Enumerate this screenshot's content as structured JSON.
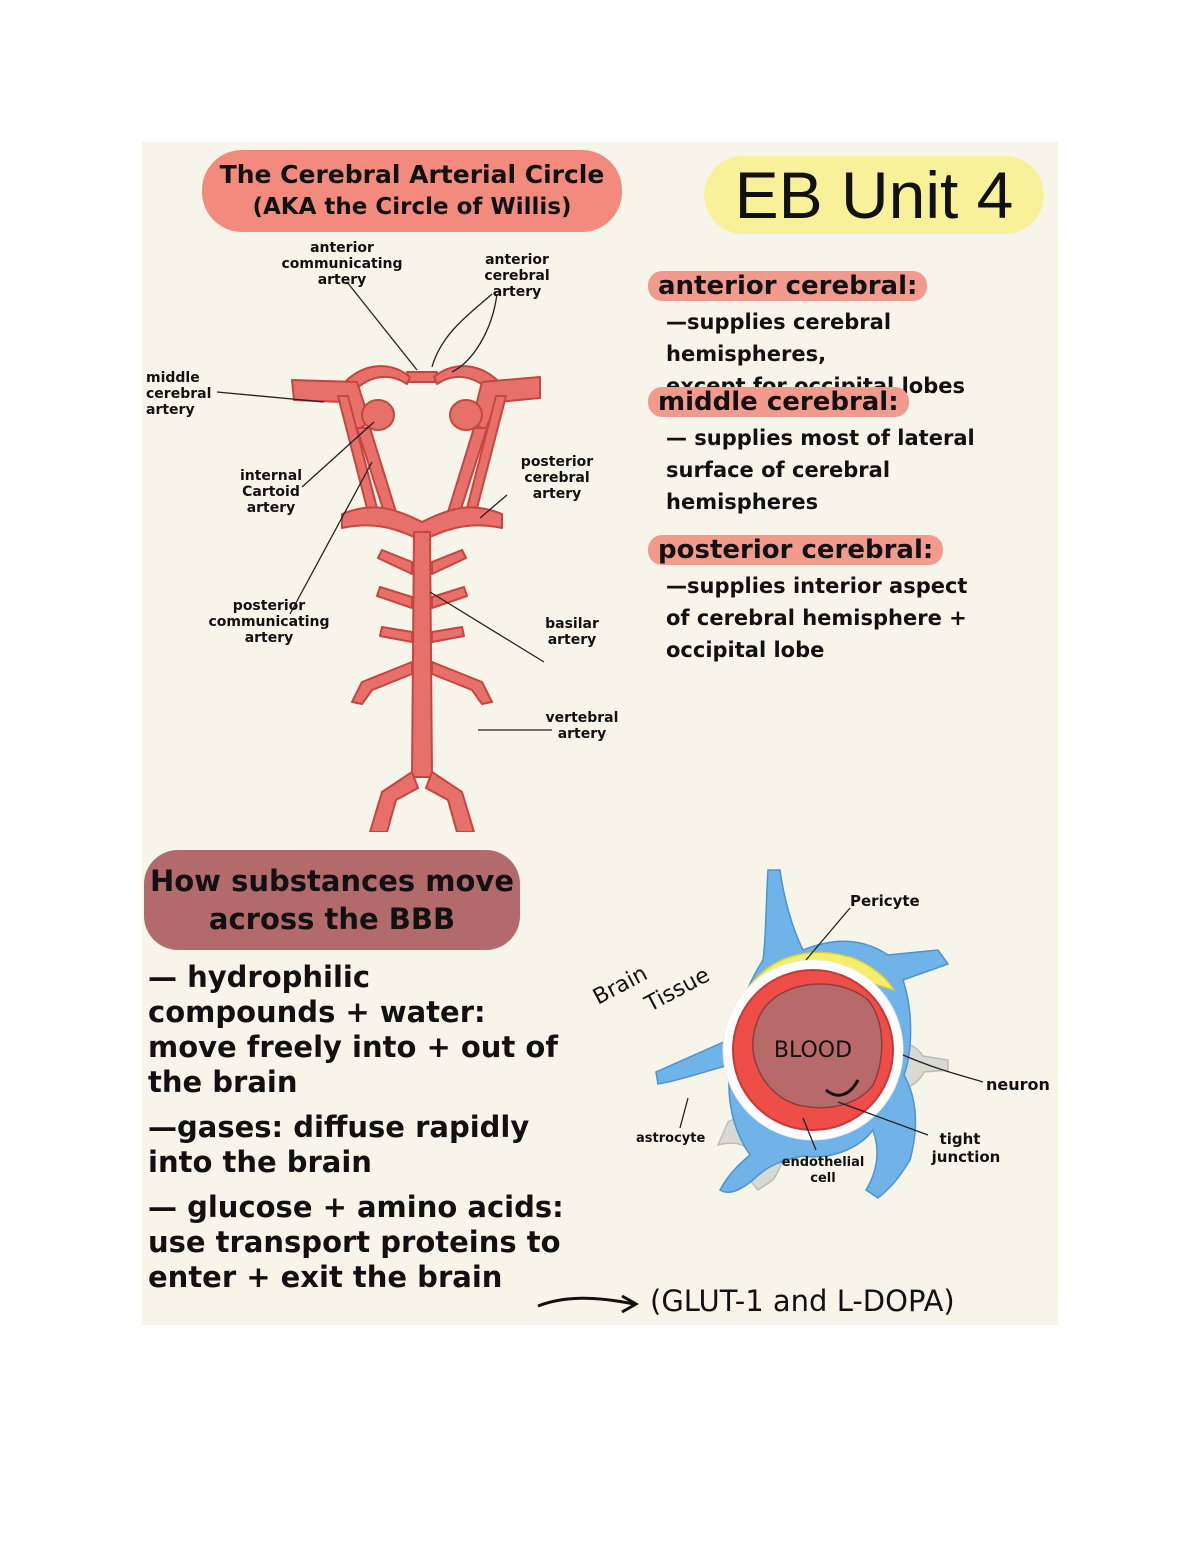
{
  "header": {
    "title_line1": "The Cerebral Arterial Circle",
    "title_line2": "(AKA the Circle of Willis)",
    "unit_title": "EB Unit 4"
  },
  "diagram_labels": {
    "anterior_communicating": "anterior communicating artery",
    "anterior_cerebral": "anterior cerebral artery",
    "middle_cerebral": "middle cerebral artery",
    "internal_carotid": "internal Cartoid artery",
    "posterior_cerebral": "posterior cerebral artery",
    "posterior_communicating": "posterior communicating artery",
    "basilar": "basilar artery",
    "vertebral": "vertebral artery"
  },
  "arteries": [
    {
      "heading": "anterior cerebral:",
      "body_line1": "—supplies cerebral hemispheres,",
      "body_line2": "except for occipital lobes"
    },
    {
      "heading": "middle cerebral:",
      "body_line1": "— supplies most of lateral",
      "body_line2": "surface of cerebral",
      "body_line3": "hemispheres"
    },
    {
      "heading": "posterior cerebral:",
      "body_line1": "—supplies interior aspect",
      "body_line2": "of cerebral hemisphere +",
      "body_line3": "occipital lobe"
    }
  ],
  "bbb": {
    "title_line1": "How substances move",
    "title_line2": "across the BBB",
    "items": [
      {
        "line1": "— hydrophilic",
        "line2": "compounds + water:",
        "line3": "move freely into + out of",
        "line4": "the brain"
      },
      {
        "line1": "—gases: diffuse rapidly",
        "line2": "into the brain"
      },
      {
        "line1": "— glucose + amino acids:",
        "line2": "use transport proteins to",
        "line3": "enter + exit the brain"
      }
    ],
    "arrow_note": "(GLUT-1 and L-DOPA)"
  },
  "cell_diagram": {
    "brain_tissue_1": "Brain",
    "brain_tissue_2": "Tissue",
    "blood": "BLOOD",
    "pericyte": "Pericyte",
    "neuron": "neuron",
    "astrocyte": "astrocyte",
    "endothelial_1": "endothelial",
    "endothelial_2": "cell",
    "tight_1": "tight",
    "tight_2": "junction"
  },
  "colors": {
    "artery": "#e8706a",
    "artery_outline": "#c4463f",
    "astrocyte": "#6fb3e8",
    "pericyte": "#f4ee6a",
    "endothelium": "#ee4d48",
    "blood": "#b86a6a",
    "neuron": "#d9d9d4"
  }
}
